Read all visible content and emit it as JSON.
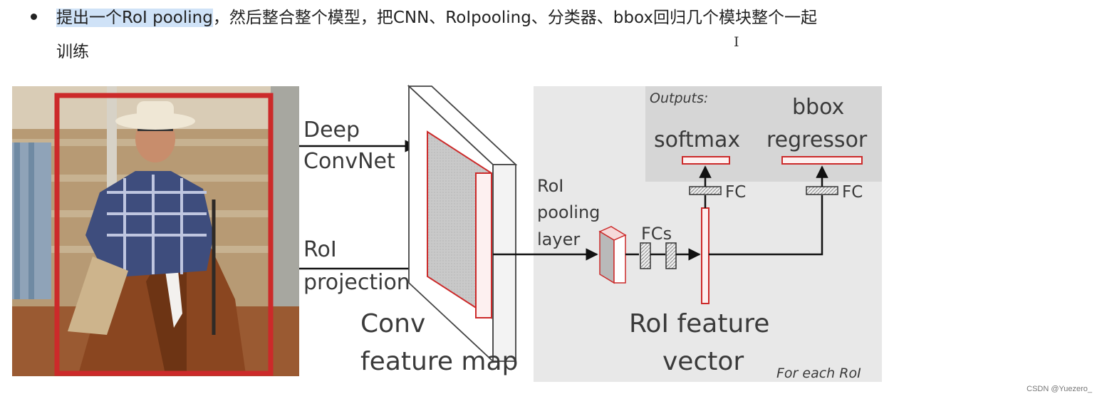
{
  "bullet": {
    "highlight": "提出一个RoI pooling",
    "line1_rest": "，然后整合整个模型，把CNN、RoIpooling、分类器、bbox回归几个模块整个一起",
    "line2": "训练",
    "cursor_glyph": "I"
  },
  "diagram": {
    "label_deep": "Deep",
    "label_convnet": "ConvNet",
    "label_roi": "RoI",
    "label_projection": "projection",
    "label_conv": "Conv",
    "label_feature_map": "feature map",
    "label_roi_pooling_1": "RoI",
    "label_roi_pooling_2": "pooling",
    "label_roi_pooling_3": "layer",
    "label_fcs": "FCs",
    "label_outputs": "Outputs:",
    "label_softmax": "softmax",
    "label_bbox": "bbox",
    "label_regressor": "regressor",
    "label_fc_left": "FC",
    "label_fc_right": "FC",
    "label_roi_feature": "RoI feature",
    "label_vector": "vector",
    "label_for_each": "For each RoI"
  },
  "watermark": "CSDN @Yuezero_",
  "colors": {
    "red": "#cc2a2a",
    "panel": "#e8e8e8",
    "output_panel": "#d6d6d6",
    "text": "#3a3a3a"
  }
}
